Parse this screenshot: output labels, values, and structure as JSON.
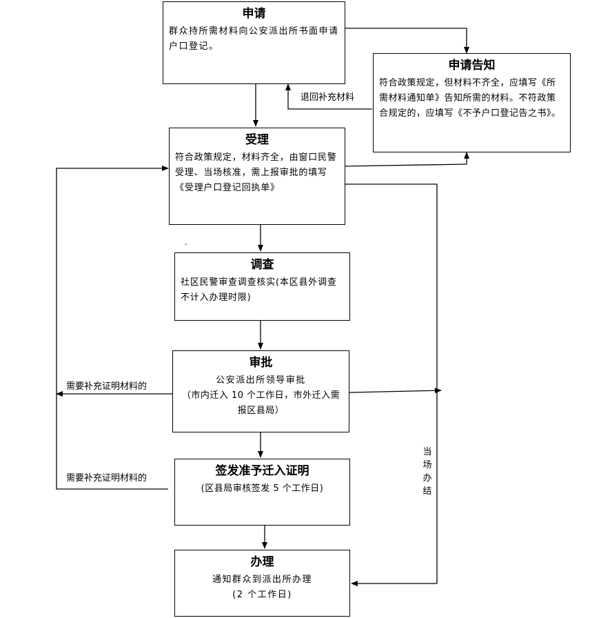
{
  "boxes": {
    "apply": {
      "title": "申请",
      "body": "群众持所需材料向公安派出所书面申请户口登记。"
    },
    "notify": {
      "title": "申请告知",
      "body": "符合政策规定，但材料不齐全，应填写《所需材料通知单》告知所需的材料。不符政策合规定的，应填写《不予户口登记告之书》。"
    },
    "accept": {
      "title": "受理",
      "body": "符合政策规定，材料齐全，由窗口民警受理、当场核准，需上报审批的填写《受理户口登记回执单》"
    },
    "investigate": {
      "title": "调查",
      "body": "社区民警审查调查核实(本区县外调查不计入办理时限)"
    },
    "approve": {
      "title": "审批",
      "line1": "公安派出所领导审批",
      "line2": "（市内迁入 10 个工作日，市外迁入需报区县局）"
    },
    "certificate": {
      "title": "签发准予迁入证明",
      "body": "(区县局审核签发 5 个工作日)"
    },
    "process": {
      "title": "办理",
      "line1": "通知群众到派出所办理",
      "line2": "(2 个工作日)"
    }
  },
  "labels": {
    "return_materials": "退回补充材料",
    "need_supplement_1": "需要补充证明材料的",
    "need_supplement_2": "需要补充证明材料的",
    "on_site": "当场办结",
    "dot": "."
  }
}
